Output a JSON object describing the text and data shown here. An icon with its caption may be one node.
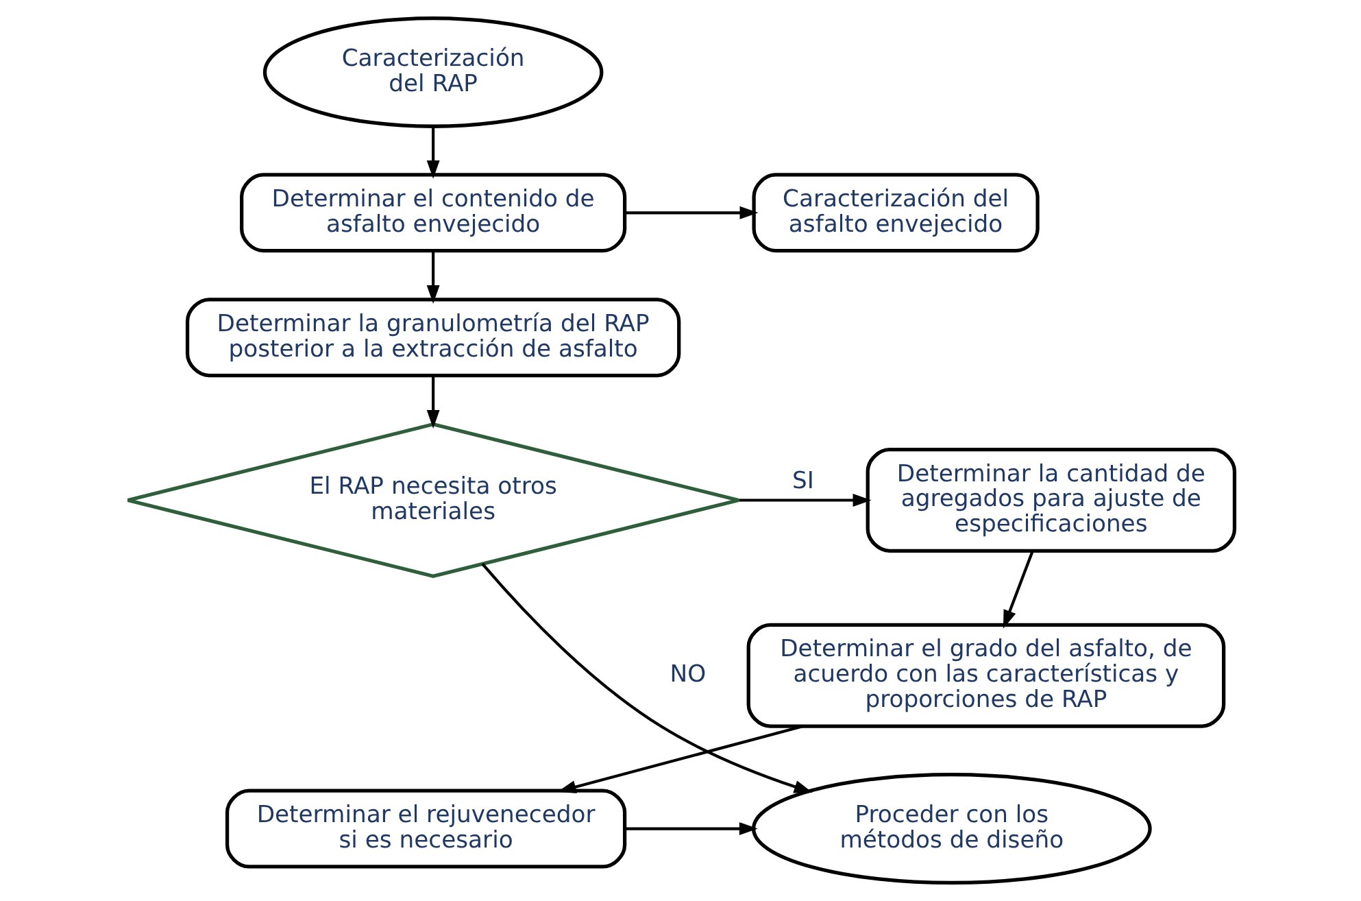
{
  "diagram": {
    "nodes": [
      {
        "text": [
          "Caracterización del RAP"
        ]
      },
      {
        "text": [
          "Determinar el contenido de asfalto envejecido"
        ]
      },
      {
        "text": [
          "Caracterización del asfalto envejecido"
        ]
      },
      {
        "text": [
          "Determinar la granulometría del RAP posterior a la extracción de asfalto"
        ]
      },
      {
        "text": [
          "El RAP necesita otros materiales"
        ]
      },
      {
        "text": [
          "Determinar la cantidad de agregados para ajuste de especificaciones"
        ]
      },
      {
        "text": [
          "Determinar el grado del asfalto, de acuerdo con las características y proporciones de RAP"
        ]
      },
      {
        "text": [
          "Proceder con los métodos de diseño"
        ]
      },
      {
        "text": [
          "Determinar el rejuvenecedor si es necesario"
        ]
      }
    ],
    "edges": [
      {
        "from": 0,
        "to": 1,
        "arrow": "to"
      },
      {
        "from": 1,
        "to": 2,
        "arrow": "to"
      },
      {
        "from": 1,
        "to": 3,
        "arrow": "to"
      },
      {
        "from": 3,
        "to": 4,
        "arrow": "to"
      },
      {
        "from": 4,
        "to": 5,
        "arrow": "to",
        "label": "SI"
      },
      {
        "from": 5,
        "to": 6,
        "arrow": "to"
      },
      {
        "from": 6,
        "to": 8,
        "arrow": "to"
      },
      {
        "from": 8,
        "to": 7,
        "arrow": "to"
      },
      {
        "from": 4,
        "to": 7,
        "arrow": "to",
        "label": "NO"
      }
    ]
  }
}
